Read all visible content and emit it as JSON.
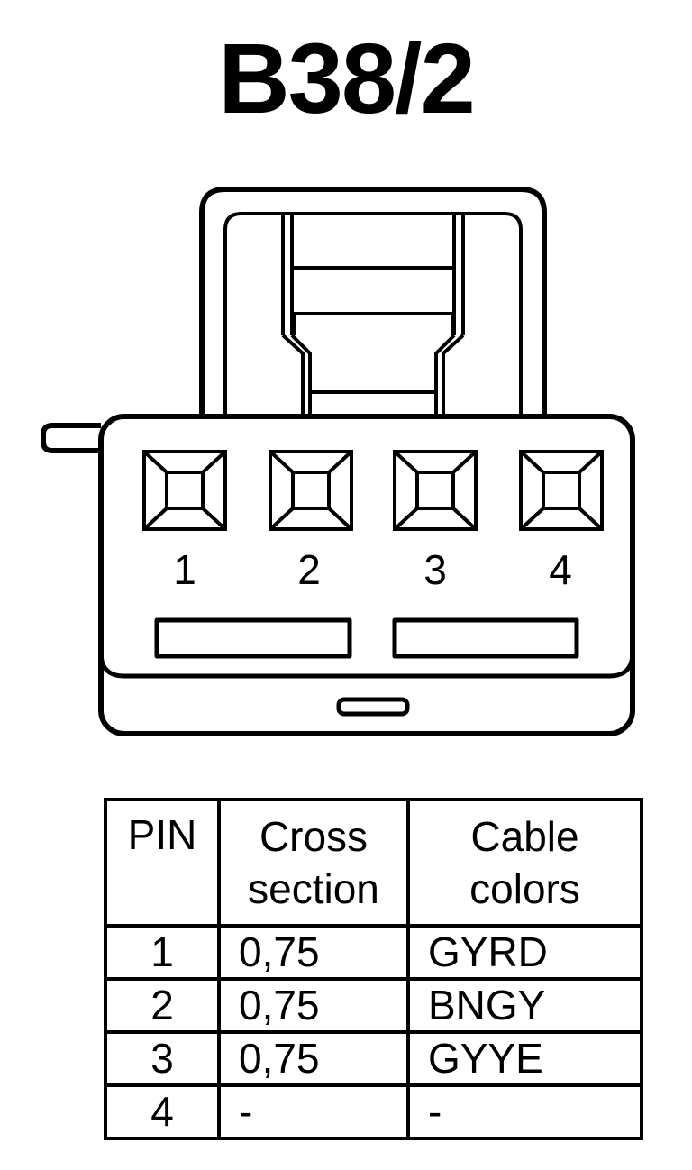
{
  "title": "B38/2",
  "connector": {
    "pins": [
      "1",
      "2",
      "3",
      "4"
    ]
  },
  "table": {
    "headers": {
      "pin": "PIN",
      "cross_section": [
        "Cross",
        "section"
      ],
      "cable_colors": [
        "Cable",
        "colors"
      ]
    },
    "rows": [
      {
        "pin": "1",
        "cross_section": "0,75",
        "cable_color": "GYRD"
      },
      {
        "pin": "2",
        "cross_section": "0,75",
        "cable_color": "BNGY"
      },
      {
        "pin": "3",
        "cross_section": "0,75",
        "cable_color": "GYYE"
      },
      {
        "pin": "4",
        "cross_section": "-",
        "cable_color": "-"
      }
    ]
  }
}
